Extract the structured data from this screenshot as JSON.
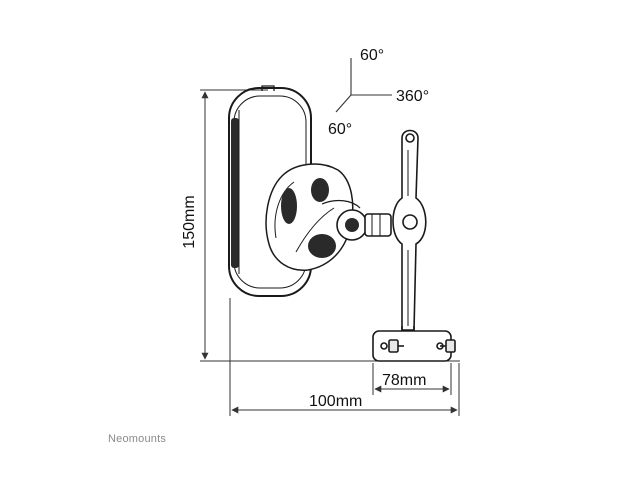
{
  "angles": {
    "tilt_up": "60°",
    "swivel": "360°",
    "tilt_down": "60°"
  },
  "dimensions": {
    "height": "150mm",
    "mount_width": "78mm",
    "total_depth": "100mm"
  },
  "brand": {
    "name": "Neomounts"
  },
  "colors": {
    "line": "#1a1a1a",
    "dimension_line": "#333333",
    "brand_text": "#8a8a8a"
  }
}
